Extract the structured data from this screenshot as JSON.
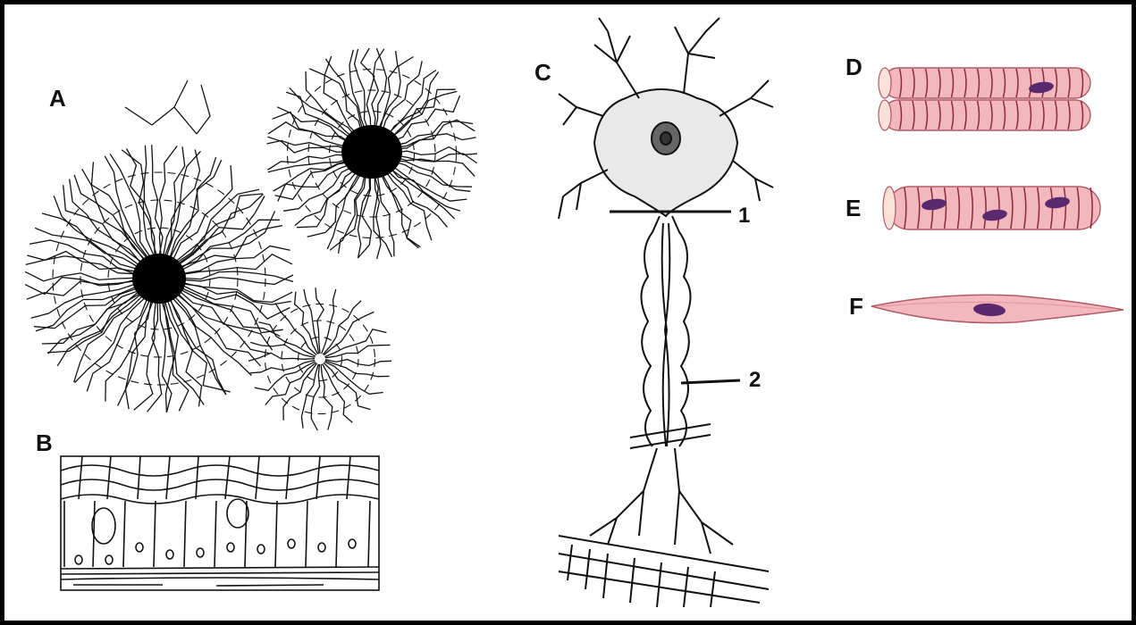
{
  "labels": {
    "a": "A",
    "b": "B",
    "c": "C",
    "d": "D",
    "e": "E",
    "f": "F"
  },
  "pointers": {
    "one": "1",
    "two": "2"
  },
  "colors": {
    "ink": "#111111",
    "muscle_fill": "#f2b8bd",
    "muscle_stripe": "#8a2a3a",
    "muscle_end": "#fbe2d9",
    "nucleus": "#5b2a6e",
    "border": "#000000"
  },
  "icons": {
    "panel_a": "glia-cluster-drawing",
    "panel_b": "ciliated-epithelium-drawing",
    "panel_c": "neuron-drawing",
    "panel_d": "cardiac-muscle-drawing",
    "panel_e": "skeletal-muscle-drawing",
    "panel_f": "smooth-muscle-drawing"
  }
}
